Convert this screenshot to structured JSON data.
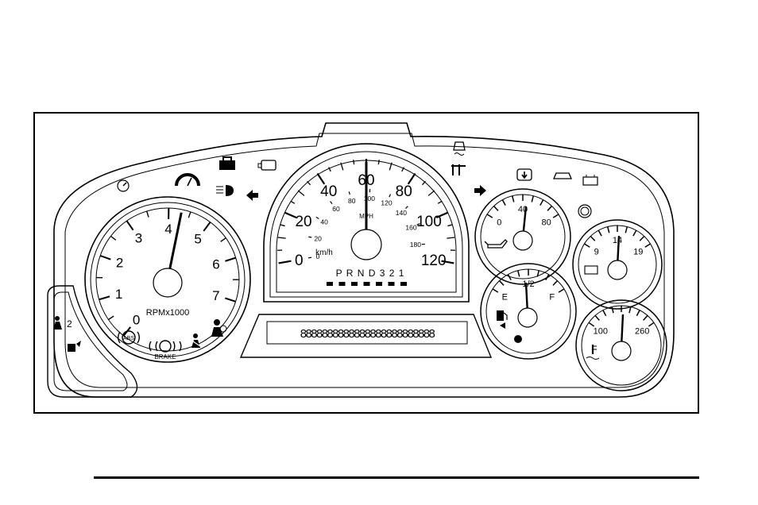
{
  "tachometer": {
    "ticks": [
      "0",
      "1",
      "2",
      "3",
      "4",
      "5",
      "6",
      "7"
    ],
    "unit": "RPMx1000",
    "needle_value": 4.3,
    "max_value": 7.3
  },
  "speedometer": {
    "mph_ticks": [
      "0",
      "20",
      "40",
      "60",
      "80",
      "100",
      "120"
    ],
    "kmh_ticks": [
      "0",
      "20",
      "40",
      "60",
      "80",
      "100",
      "120",
      "140",
      "160",
      "180"
    ],
    "mph_unit": "MPH",
    "kmh_unit": "km/h",
    "needle_value": 60,
    "gear_indicator": "P R N D 3 2 1",
    "segment_display": "8888888888888888888888888"
  },
  "oil_gauge": {
    "ticks": [
      "0",
      "40",
      "80"
    ],
    "needle_value": 40
  },
  "fuel_gauge": {
    "ticks": [
      "E",
      "1/2",
      "F"
    ],
    "needle_value": 0.5
  },
  "volt_gauge": {
    "ticks": [
      "9",
      "14",
      "19"
    ],
    "needle_value": 14
  },
  "temp_gauge": {
    "ticks": [
      "100",
      "260"
    ],
    "needle_value": 180
  },
  "warning_lights": {
    "brake_label": "BRAKE",
    "abs_label": "ABS",
    "dimmer_label": "2",
    "icons": [
      "cruise-icon",
      "low-fuel-icon",
      "security-lock-icon",
      "check-engine-icon",
      "headlight-icon",
      "left-turn-icon",
      "right-turn-icon",
      "traction-off-icon",
      "service-4wd-icon",
      "oil-change-icon",
      "door-ajar-icon",
      "battery-icon",
      "passenger-airbag-icon",
      "trailer-icon",
      "airbag-icon",
      "seatbelt-icon",
      "brake-icon",
      "abs-icon",
      "high-beam-icon",
      "security-icon"
    ]
  }
}
